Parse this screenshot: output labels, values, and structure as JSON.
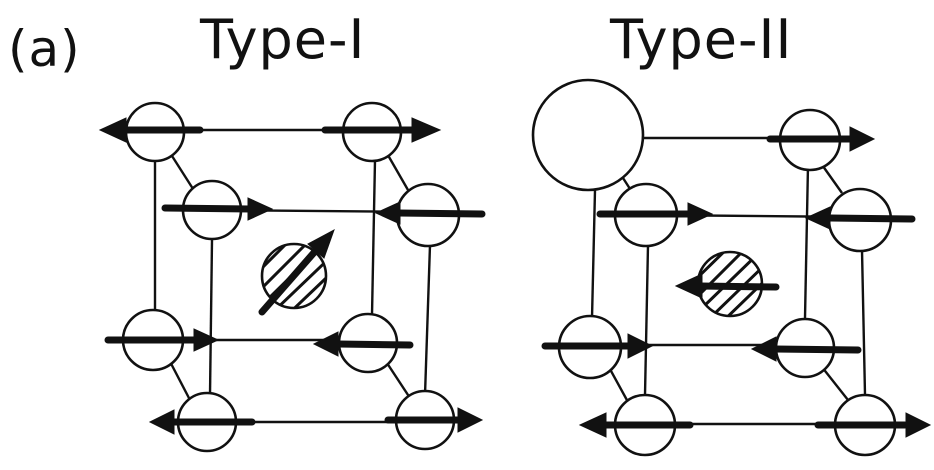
{
  "figure": {
    "panel_label": "(a)",
    "panels": [
      {
        "title": "Type-I",
        "small_spin_moment_corner": false,
        "center_spin": "diagonal-up-right",
        "corner_spins": [
          {
            "site": "back-top-left",
            "direction": "left"
          },
          {
            "site": "back-top-right",
            "direction": "right"
          },
          {
            "site": "front-top-left",
            "direction": "right"
          },
          {
            "site": "front-top-right",
            "direction": "left"
          },
          {
            "site": "back-bottom-left",
            "direction": "right"
          },
          {
            "site": "back-bottom-right",
            "direction": "left"
          },
          {
            "site": "front-bottom-left",
            "direction": "left"
          },
          {
            "site": "front-bottom-right",
            "direction": "right"
          }
        ]
      },
      {
        "title": "Type-II",
        "small_spin_moment_corner": true,
        "center_spin": "left",
        "corner_spins": [
          {
            "site": "back-top-left",
            "direction": "none"
          },
          {
            "site": "back-top-right",
            "direction": "right"
          },
          {
            "site": "front-top-left",
            "direction": "right"
          },
          {
            "site": "front-top-right",
            "direction": "left"
          },
          {
            "site": "back-bottom-left",
            "direction": "right"
          },
          {
            "site": "back-bottom-right",
            "direction": "left"
          },
          {
            "site": "front-bottom-left",
            "direction": "left"
          },
          {
            "site": "front-bottom-right",
            "direction": "right"
          }
        ]
      }
    ]
  },
  "colors": {
    "ink": "#111111",
    "background": "#ffffff"
  }
}
